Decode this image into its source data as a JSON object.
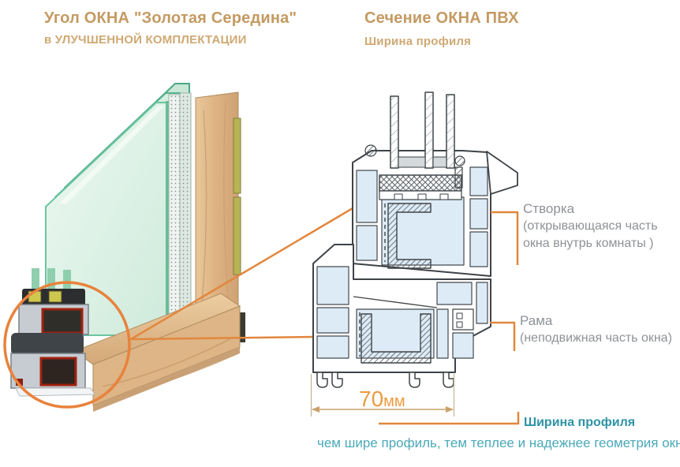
{
  "left_panel": {
    "title": "Угол ОКНА \"Золотая Середина\"",
    "subtitle": "в УЛУЧШЕННОЙ КОМПЛЕКТАЦИИ"
  },
  "right_panel": {
    "title": "Сечение ОКНА ПВХ",
    "subtitle": "Ширина профиля",
    "labels": {
      "sash": {
        "title": "Створка",
        "desc_lines": [
          "(открывающаяся часть",
          "окна внутрь комнаты )"
        ]
      },
      "frame": {
        "title": "Рама",
        "desc_lines": [
          "(неподвижная часть окна)"
        ]
      },
      "dimension": {
        "value": "70",
        "unit": "мм"
      },
      "width_label": "Ширина профиля"
    },
    "caption": "чем шире профиль, тем теплее и надежнее геометрия окна"
  },
  "colors": {
    "accent_orange": "#e2873e",
    "dimension_orange": "#ec9c41",
    "title_tan": "#c49a62",
    "teal_bold": "#2e93a5",
    "teal_light": "#4aa9b8",
    "label_gray": "#8e9297",
    "chamber_blue": "#dcebf6",
    "profile_line": "#3e4347",
    "wood": "#ddb586",
    "glass_mint": "#e3f5ec",
    "steel_red": "#a0220f"
  }
}
